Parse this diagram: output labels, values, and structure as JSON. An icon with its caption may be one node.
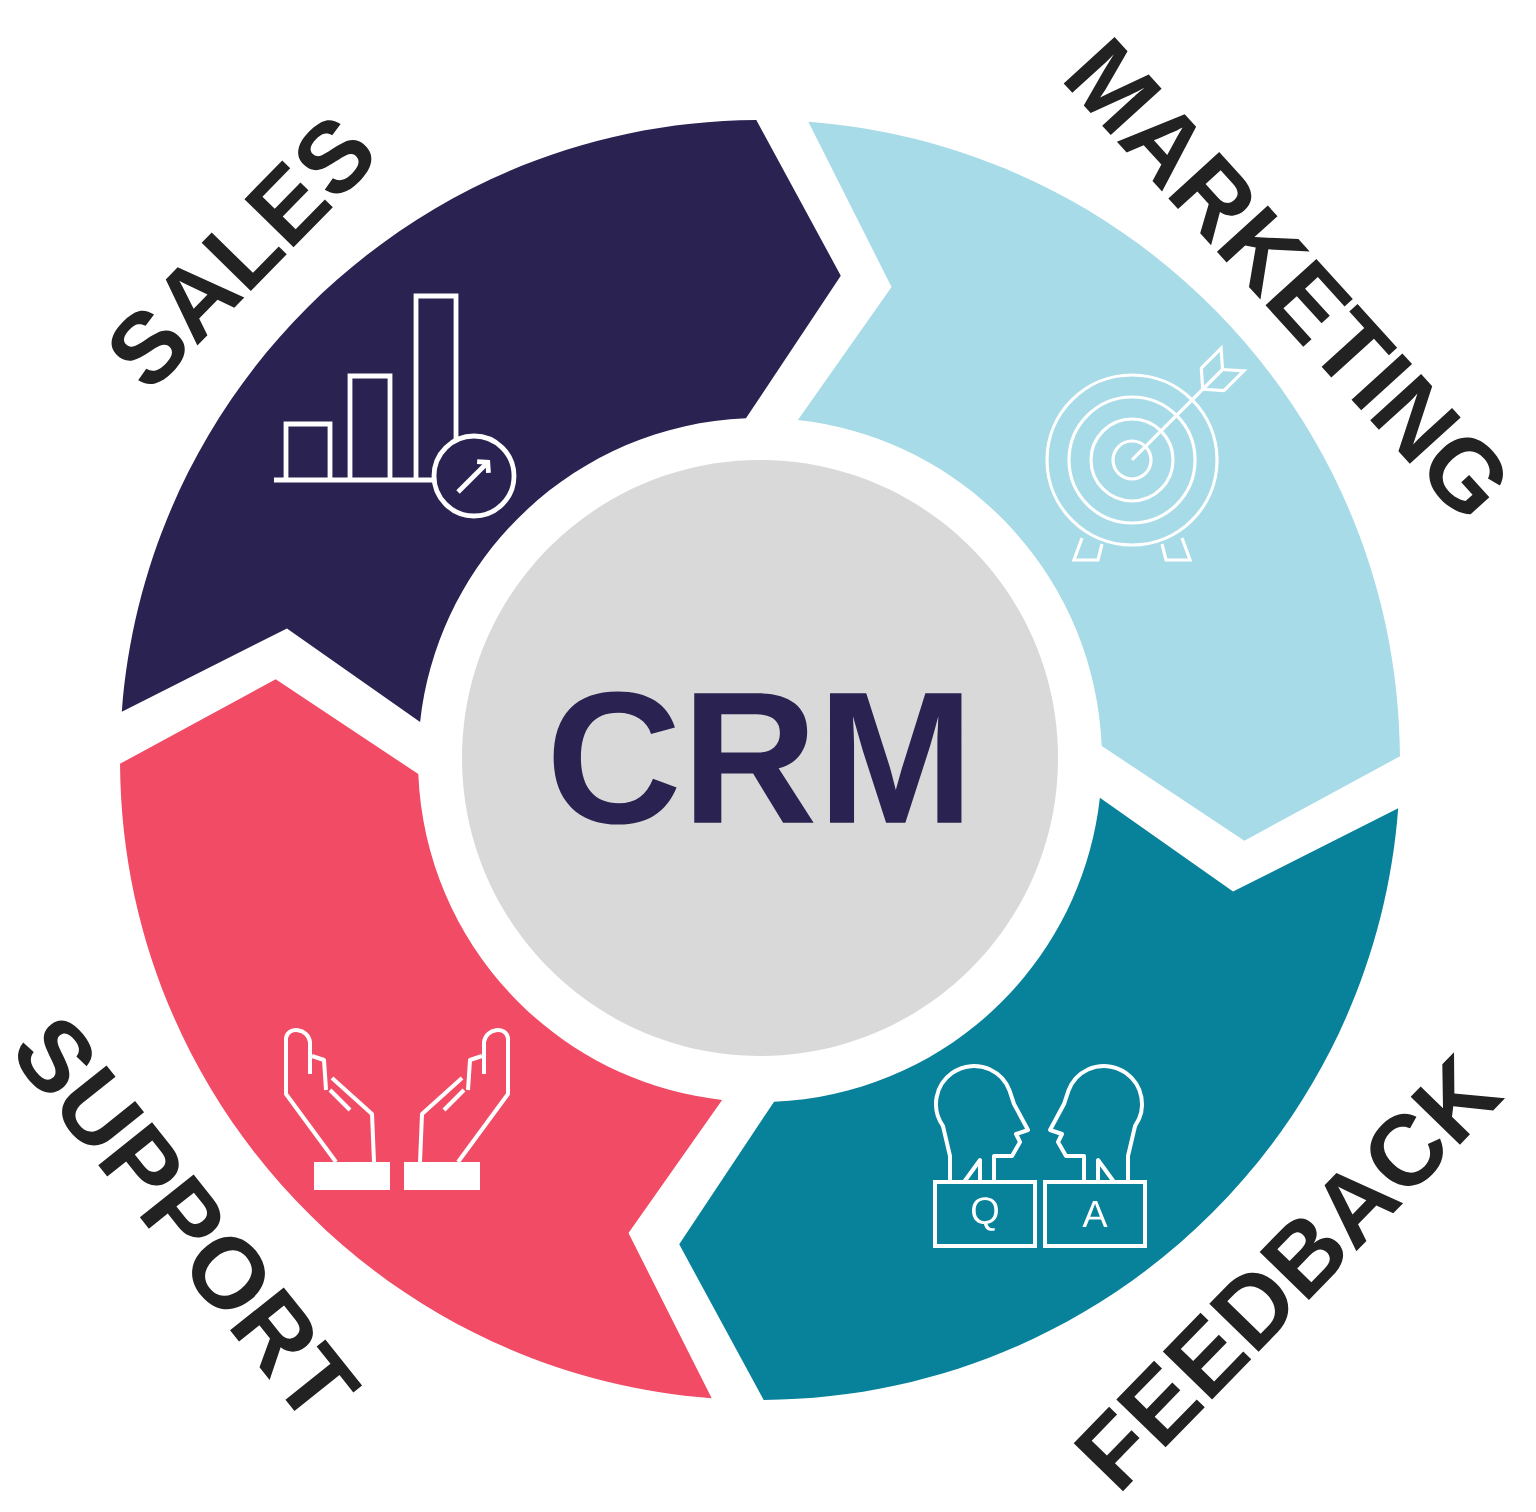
{
  "diagram": {
    "nodes": [
      {
        "text": [
          "SALES"
        ]
      },
      {
        "text": [
          "MARKETING"
        ]
      },
      {
        "text": [
          "CRM"
        ]
      },
      {
        "text": [
          "SUPPORT"
        ]
      },
      {
        "text": [
          "FEEDBACK"
        ]
      },
      {
        "text": [
          "Q"
        ],
        "in": 4
      },
      {
        "text": [
          "A"
        ],
        "in": 4
      }
    ]
  }
}
